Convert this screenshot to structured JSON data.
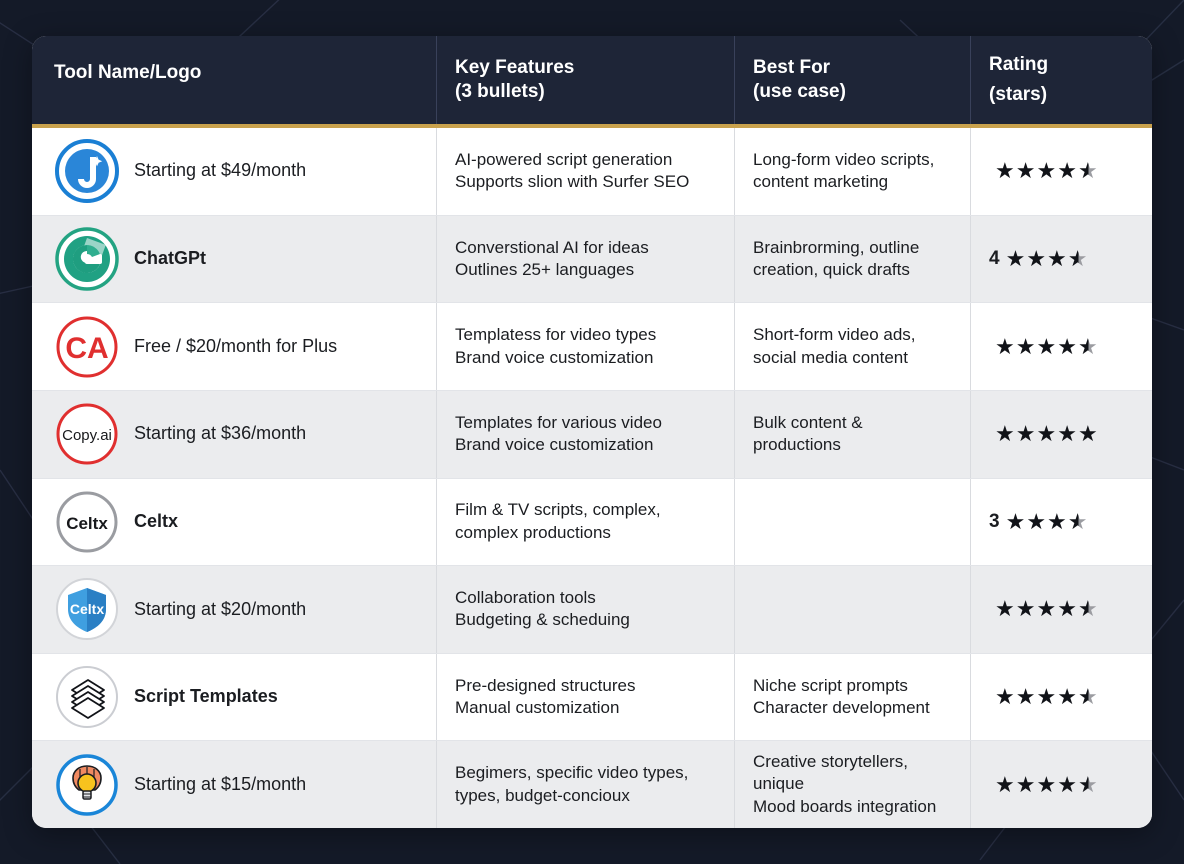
{
  "table": {
    "headers": [
      {
        "line1": "Tool Name/Logo",
        "line2": ""
      },
      {
        "line1": "Key Features",
        "line2": "(3 bullets)"
      },
      {
        "line1": "Best For",
        "line2": "(use case)"
      },
      {
        "line1": "Rating",
        "line2": "(stars)"
      }
    ],
    "accent_color": "#c9a24d",
    "header_bg": "#1e2537",
    "rows": [
      {
        "logo": "jasper-logo-icon",
        "tool": "Starting at $49/month",
        "tool_bold": false,
        "features": "AI-powered script generation\nSupports slion with Surfer SEO",
        "best_for": "Long-form video scripts,\ncontent marketing",
        "rating_number": "",
        "stars_full": 4,
        "stars_half": 1
      },
      {
        "logo": "chatgpt-logo-icon",
        "tool": "ChatGPt",
        "tool_bold": true,
        "features": "Converstional AI for ideas\nOutlines 25+ languages",
        "best_for": "Brainbrorming, outline\ncreation, quick drafts",
        "rating_number": "4",
        "stars_full": 3,
        "stars_half": 1
      },
      {
        "logo": "ca-logo-icon",
        "tool": "Free / $20/month for Plus",
        "tool_bold": false,
        "features": "Templatess for video types\nBrand voice customization",
        "best_for": "Short-form video ads,\nsocial media content",
        "rating_number": "",
        "stars_full": 4,
        "stars_half": 1
      },
      {
        "logo": "copyai-logo-icon",
        "tool": "Starting at $36/month",
        "tool_bold": false,
        "features": "Templates for various video\nBrand voice customization",
        "best_for": "Bulk content &\nproductions",
        "rating_number": "",
        "stars_full": 5,
        "stars_half": 0
      },
      {
        "logo": "celtx-text-logo-icon",
        "tool": "Celtx",
        "tool_bold": true,
        "features": "Film & TV scripts, complex,\ncomplex productions",
        "best_for": "",
        "rating_number": "3",
        "stars_full": 3,
        "stars_half": 1
      },
      {
        "logo": "celtx-shield-logo-icon",
        "tool": "Starting at $20/month",
        "tool_bold": false,
        "features": "Collaboration tools\nBudgeting & scheduing",
        "best_for": "",
        "rating_number": "",
        "stars_full": 4,
        "stars_half": 1
      },
      {
        "logo": "script-stack-logo-icon",
        "tool": "Script Templates",
        "tool_bold": true,
        "features": "Pre-designed structures\nManual customization",
        "best_for": "Niche script prompts\nCharacter development",
        "rating_number": "",
        "stars_full": 4,
        "stars_half": 1
      },
      {
        "logo": "brain-bulb-logo-icon",
        "tool": "Starting at $15/month",
        "tool_bold": false,
        "features": "Begimers, specific video types,\ntypes, budget-concioux",
        "best_for": "Creative storytellers, unique\nMood boards integration",
        "rating_number": "",
        "stars_full": 4,
        "stars_half": 1
      }
    ]
  },
  "glyphs": {
    "star": "★"
  }
}
